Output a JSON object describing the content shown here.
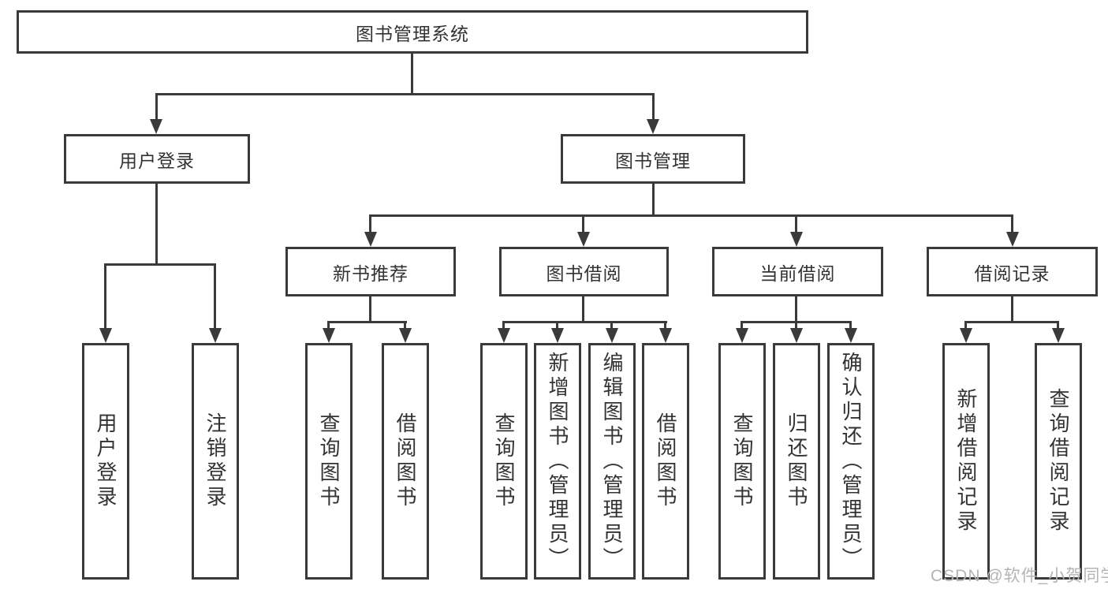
{
  "diagram": {
    "root": {
      "label": "图书管理系统"
    },
    "level2": [
      {
        "label": "用户登录"
      },
      {
        "label": "图书管理"
      }
    ],
    "level3": [
      {
        "label": "新书推荐"
      },
      {
        "label": "图书借阅"
      },
      {
        "label": "当前借阅"
      },
      {
        "label": "借阅记录"
      }
    ],
    "leaves": {
      "user_login": [
        {
          "label": "用户登录"
        },
        {
          "label": "注销登录"
        }
      ],
      "new_books": [
        {
          "label": "查询图书"
        },
        {
          "label": "借阅图书"
        }
      ],
      "book_borrow": [
        {
          "label": "查询图书"
        },
        {
          "label": "新增图书（管理员）"
        },
        {
          "label": "编辑图书（管理员）"
        },
        {
          "label": "借阅图书"
        }
      ],
      "current_borrow": [
        {
          "label": "查询图书"
        },
        {
          "label": "归还图书"
        },
        {
          "label": "确认归还（管理员）"
        }
      ],
      "borrow_records": [
        {
          "label": "新增借阅记录"
        },
        {
          "label": "查询借阅记录"
        }
      ]
    },
    "colors": {
      "line": "#3a3a3a",
      "text": "#333333",
      "background": "#ffffff",
      "watermark": "#b5b3b6"
    },
    "watermark": {
      "text": "CSDN @软件_小贺同学"
    }
  }
}
